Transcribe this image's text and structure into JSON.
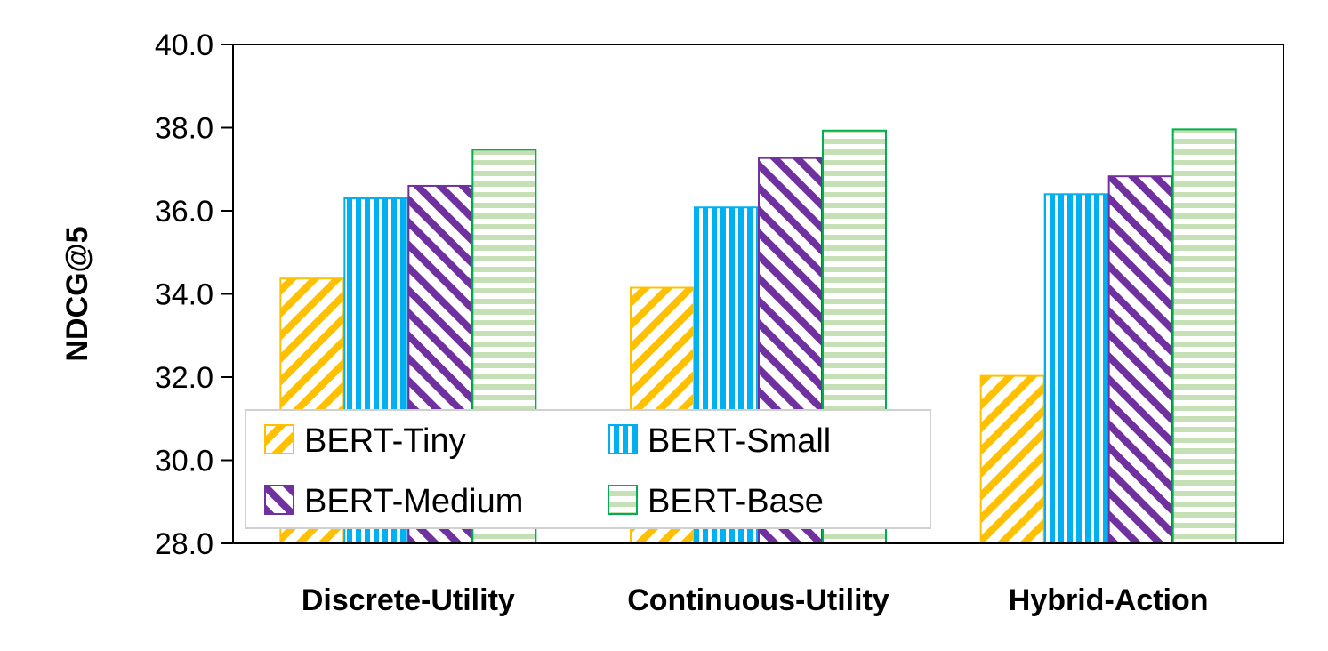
{
  "chart_data": {
    "type": "bar",
    "title": "",
    "xlabel": "",
    "ylabel": "NDCG@5",
    "ylim": [
      28.0,
      40.0
    ],
    "yticks": [
      "28.0",
      "30.0",
      "32.0",
      "34.0",
      "36.0",
      "38.0",
      "40.0"
    ],
    "categories": [
      "Discrete-Utility",
      "Continuous-Utility",
      "Hybrid-Action"
    ],
    "series": [
      {
        "name": "BERT-Tiny",
        "values": [
          34.37,
          34.15,
          32.03
        ],
        "color": "#FFC000",
        "pattern": "diag-down"
      },
      {
        "name": "BERT-Small",
        "values": [
          36.3,
          36.08,
          36.4
        ],
        "color": "#00B0F0",
        "pattern": "vertical"
      },
      {
        "name": "BERT-Medium",
        "values": [
          36.6,
          37.27,
          36.83
        ],
        "color": "#7030A0",
        "pattern": "diag-up"
      },
      {
        "name": "BERT-Base",
        "values": [
          37.47,
          37.93,
          37.96
        ],
        "color": "#00B050",
        "fill": "#C5E0B4",
        "pattern": "horizontal"
      }
    ],
    "grid": false,
    "legend_position": "bottom-left"
  }
}
